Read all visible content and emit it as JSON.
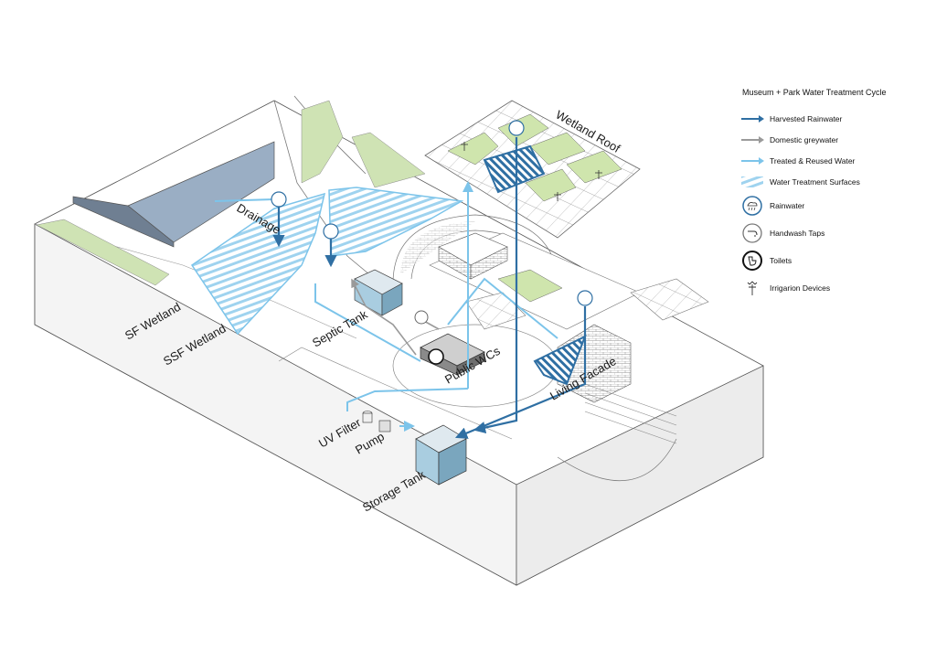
{
  "colors": {
    "harvested": "#2f6fa3",
    "greywater": "#9a9a9a",
    "treated": "#7cc4ea",
    "surface": "#9fd3ef",
    "grass": "#cfe3b4",
    "roof_green": "#cfe5ad",
    "building": "#9aaec4",
    "tank": "#a9cde0"
  },
  "labels": {
    "drainage": "Drainage",
    "sf_wetland": "SF Wetland",
    "ssf_wetland": "SSF Wetland",
    "septic_tank": "Septic Tank",
    "public_wcs": "Public WCs",
    "uv_filter": "UV Filter",
    "pump": "Pump",
    "storage_tank": "Storage Tank",
    "wetland_roof": "Wetland Roof",
    "living_facade": "Living Facade"
  },
  "legend": {
    "title": "Museum + Park Water Treatment Cycle",
    "items": [
      {
        "label": "Harvested Rainwater",
        "icon": "dark-blue-arrow-icon"
      },
      {
        "label": "Domestic greywater",
        "icon": "grey-arrow-icon"
      },
      {
        "label": "Treated & Reused Water",
        "icon": "light-blue-arrow-icon"
      },
      {
        "label": "Water Treatment Surfaces",
        "icon": "hatched-surface-icon"
      },
      {
        "label": "Rainwater",
        "icon": "rain-cloud-icon"
      },
      {
        "label": "Handwash Taps",
        "icon": "tap-icon"
      },
      {
        "label": "Toilets",
        "icon": "toilet-icon"
      },
      {
        "label": "Irrigarion Devices",
        "icon": "sprinkler-icon"
      }
    ]
  }
}
